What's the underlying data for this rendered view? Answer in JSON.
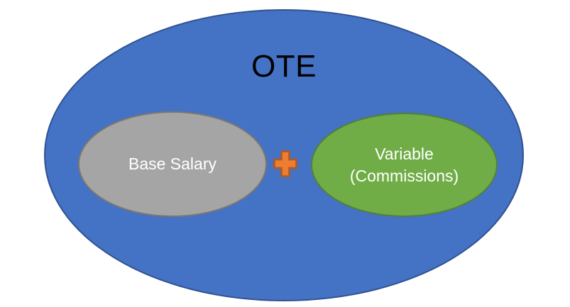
{
  "diagram": {
    "title": "OTE",
    "background_color": "#FFFFFF",
    "outer": {
      "label": "OTE",
      "fill": "#4472C4",
      "border": "#2F528F",
      "text_color": "#000000"
    },
    "base": {
      "label": "Base Salary",
      "fill": "#A5A5A5",
      "border": "#7E786F",
      "text_color": "#FFFFFF"
    },
    "variable": {
      "label": "Variable (Commissions)",
      "label_lines": [
        "Variable",
        "(Commissions)"
      ],
      "fill": "#70AD47",
      "border": "#538135",
      "text_color": "#FFFFFF"
    },
    "operator": {
      "symbol": "+",
      "icon": "plus-icon",
      "fill": "#ED7D31",
      "border": "#AE5A21"
    }
  }
}
